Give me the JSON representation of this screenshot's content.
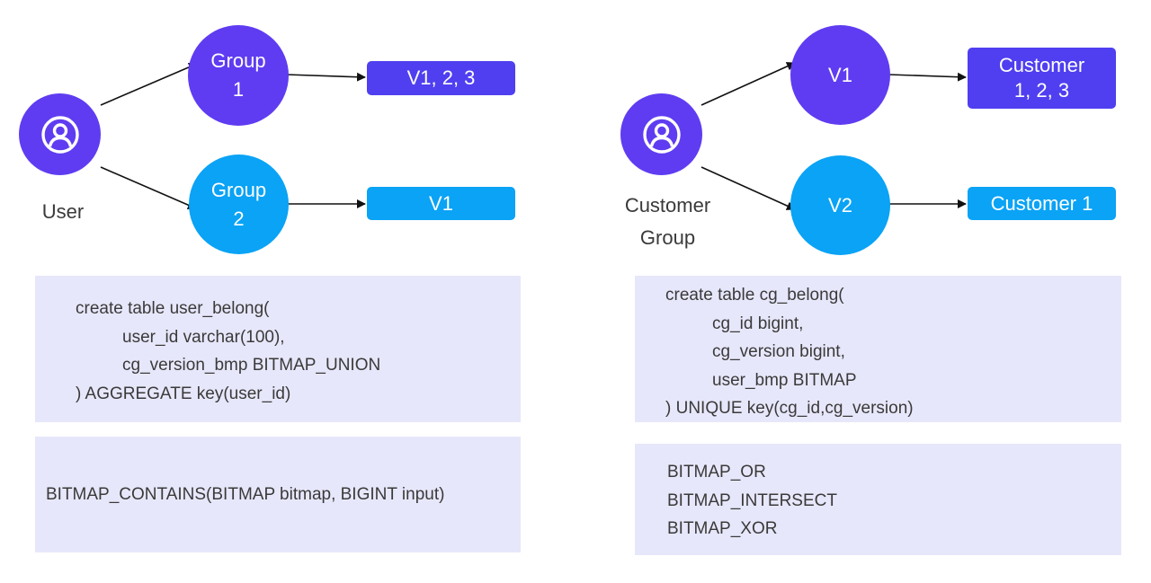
{
  "left": {
    "root_label": "User",
    "group1": [
      "Group",
      "1"
    ],
    "group2": [
      "Group",
      "2"
    ],
    "box1": "V1, 2, 3",
    "box2": "V1",
    "code_lines": [
      "create table user_belong(",
      "user_id varchar(100),",
      "cg_version_bmp BITMAP_UNION",
      ") AGGREGATE key(user_id)"
    ],
    "function": "BITMAP_CONTAINS(BITMAP bitmap, BIGINT input)"
  },
  "right": {
    "root_label": [
      "Customer",
      "Group"
    ],
    "v1": "V1",
    "v2": "V2",
    "box1": [
      "Customer",
      "1, 2, 3"
    ],
    "box2": "Customer 1",
    "code_lines": [
      "create table cg_belong(",
      "cg_id bigint,",
      "cg_version bigint,",
      "user_bmp BITMAP",
      ") UNIQUE key(cg_id,cg_version)"
    ],
    "functions": [
      "BITMAP_OR",
      "BITMAP_INTERSECT",
      "BITMAP_XOR"
    ]
  },
  "colors": {
    "purple": "#5f3cf1",
    "cyan": "#0aa3f5",
    "panel": "#e7e7fb",
    "text": "#3a3a3a"
  },
  "icons": [
    "user-icon"
  ]
}
